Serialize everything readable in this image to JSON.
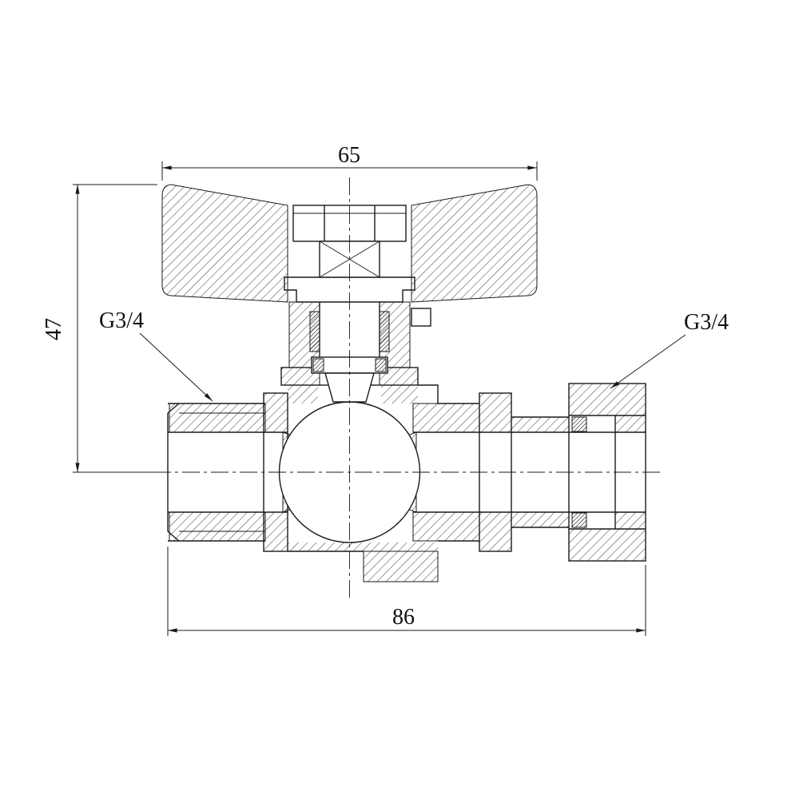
{
  "drawing": {
    "kind": "sectional technical drawing of ball valve with butterfly handle and union nut",
    "dimensions": {
      "top_width": "65",
      "left_height": "47",
      "bottom_width": "86"
    },
    "thread_labels": {
      "left": "G3/4",
      "right": "G3/4"
    },
    "colors": {
      "line": "#1a1a1a",
      "background": "#ffffff"
    }
  }
}
